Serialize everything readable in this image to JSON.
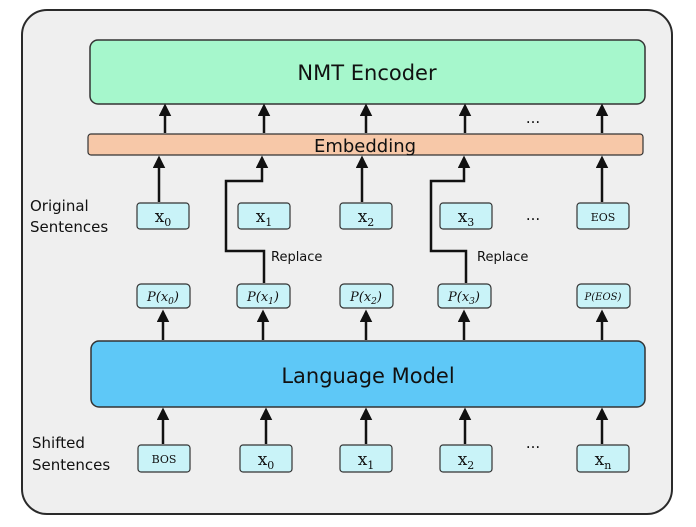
{
  "encoder": {
    "label": "NMT Encoder"
  },
  "embedding": {
    "label": "Embedding"
  },
  "language_model": {
    "label": "Language Model"
  },
  "labels": {
    "original_line1": "Original",
    "original_line2": "Sentences",
    "shifted_line1": "Shifted",
    "shifted_line2": "Sentences",
    "replace": "Replace",
    "ellipsis": "..."
  },
  "original_tokens": [
    {
      "base": "x",
      "sub": "0"
    },
    {
      "base": "x",
      "sub": "1"
    },
    {
      "base": "x",
      "sub": "2"
    },
    {
      "base": "x",
      "sub": "3"
    },
    {
      "base": "EOS",
      "sub": ""
    }
  ],
  "prob_tokens": [
    {
      "fn": "P(x",
      "sub": "0",
      "close": ")"
    },
    {
      "fn": "P(x",
      "sub": "1",
      "close": ")"
    },
    {
      "fn": "P(x",
      "sub": "2",
      "close": ")"
    },
    {
      "fn": "P(x",
      "sub": "3",
      "close": ")"
    },
    {
      "fn": "P(EOS)",
      "sub": "",
      "close": ""
    }
  ],
  "shifted_tokens": [
    {
      "base": "BOS",
      "sub": ""
    },
    {
      "base": "x",
      "sub": "0"
    },
    {
      "base": "x",
      "sub": "1"
    },
    {
      "base": "x",
      "sub": "2"
    },
    {
      "base": "x",
      "sub": "n"
    }
  ],
  "colors": {
    "encoder_fill": "#a6f7cc",
    "embedding_fill": "#f7c8a8",
    "lm_fill": "#5ec8f7",
    "token_fill": "#c9f3f8",
    "frame_fill": "#efefef"
  }
}
